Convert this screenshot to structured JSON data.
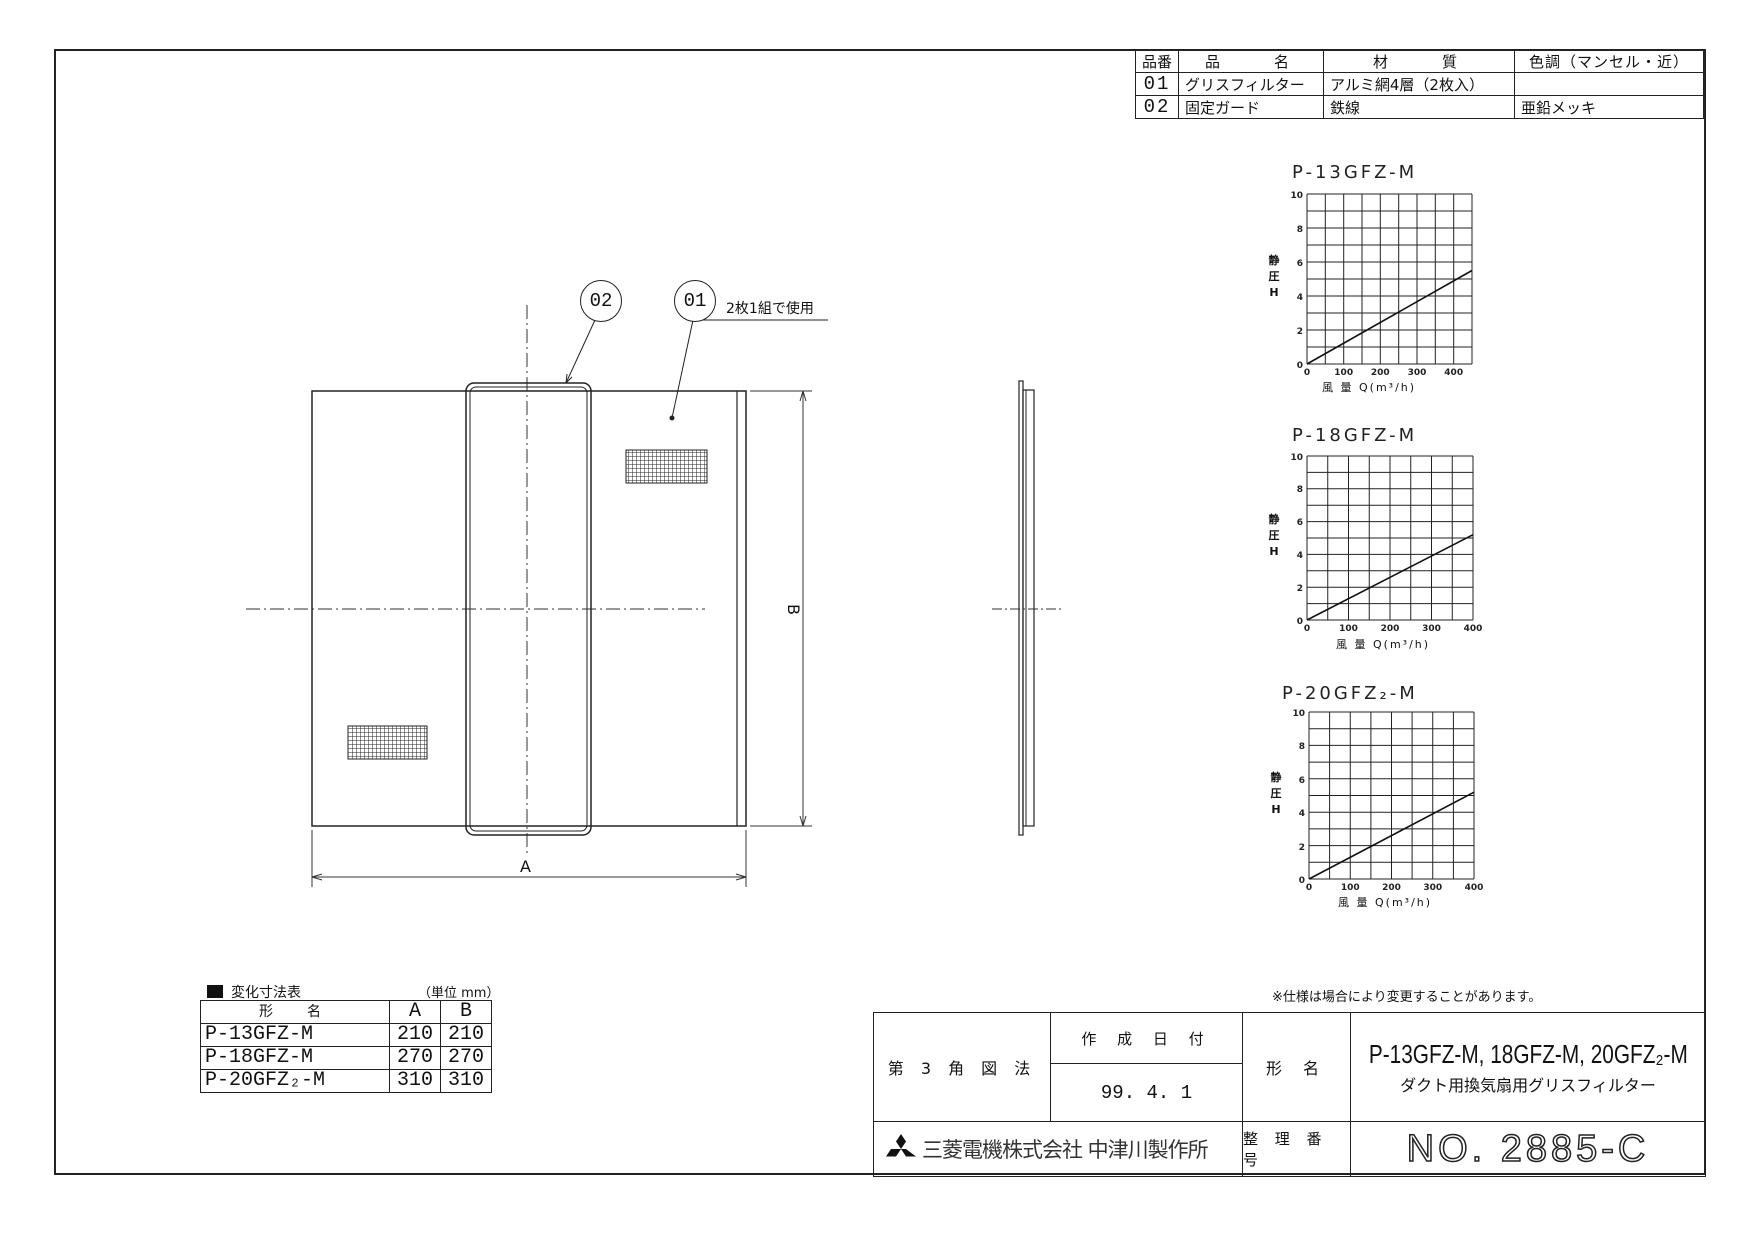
{
  "parts_table": {
    "headers": [
      "品番",
      "品　　名",
      "材　　質",
      "色調（マンセル・近）"
    ],
    "rows": [
      {
        "no": "01",
        "name": "グリスフィルター",
        "material": "アルミ網4層（2枚入）",
        "color": ""
      },
      {
        "no": "02",
        "name": "固定ガード",
        "material": "鉄線",
        "color": "亜鉛メッキ"
      }
    ]
  },
  "drawing": {
    "callout_01": "01",
    "callout_02": "02",
    "callout_01_note": "2枚1組で使用",
    "dim_a": "A",
    "dim_b": "B"
  },
  "dims_table": {
    "title": "変化寸法表",
    "unit": "（単位 mm）",
    "headers": [
      "形　名",
      "A",
      "B"
    ],
    "rows": [
      {
        "model": "P-13GFZ-M",
        "a": "210",
        "b": "210"
      },
      {
        "model": "P-18GFZ-M",
        "a": "270",
        "b": "270"
      },
      {
        "model": "P-20GFZ₂-M",
        "a": "310",
        "b": "310"
      }
    ]
  },
  "note": "※仕様は場合により変更することがあります。",
  "title_block": {
    "projection": "第 3 角 図 法",
    "date_label": "作 成 日 付",
    "date_value": "99.  4.  1",
    "model_label": "形 名",
    "model_value": "P-13GFZ-M, 18GFZ-M, 20GFZ₂-M",
    "description": "ダクト用換気扇用グリスフィルター",
    "company": "三菱電機株式会社 中津川製作所",
    "number_label": "整 理 番 号",
    "number_value": "NO. 2885-C"
  },
  "chart_data": [
    {
      "type": "line",
      "title": "P-13GFZ-M",
      "xlabel": "風 量 Q(m³/h)",
      "ylabel": "静圧 H (Pa)",
      "xlim": [
        0,
        450
      ],
      "ylim": [
        0,
        10
      ],
      "x_ticks": [
        0,
        100,
        200,
        300,
        400
      ],
      "y_ticks": [
        0,
        2,
        4,
        6,
        8,
        10
      ],
      "grid": true,
      "x": [
        0,
        100,
        200,
        300,
        400,
        450
      ],
      "series": [
        {
          "name": "P-13GFZ-M",
          "values": [
            0,
            1.22,
            2.44,
            3.67,
            4.89,
            5.5
          ]
        }
      ]
    },
    {
      "type": "line",
      "title": "P-18GFZ-M",
      "xlabel": "風 量 Q(m³/h)",
      "ylabel": "静圧 H (Pa)",
      "xlim": [
        0,
        400
      ],
      "ylim": [
        0,
        10
      ],
      "x_ticks": [
        0,
        100,
        200,
        300,
        400
      ],
      "y_ticks": [
        0,
        2,
        4,
        6,
        8,
        10
      ],
      "grid": true,
      "x": [
        0,
        100,
        200,
        300,
        400
      ],
      "series": [
        {
          "name": "P-18GFZ-M",
          "values": [
            0,
            1.3,
            2.6,
            3.9,
            5.2
          ]
        }
      ]
    },
    {
      "type": "line",
      "title": "P-20GFZ₂-M",
      "xlabel": "風 量 Q(m³/h)",
      "ylabel": "静圧 H (Pa)",
      "xlim": [
        0,
        400
      ],
      "ylim": [
        0,
        10
      ],
      "x_ticks": [
        0,
        100,
        200,
        300,
        400
      ],
      "y_ticks": [
        0,
        2,
        4,
        6,
        8,
        10
      ],
      "grid": true,
      "x": [
        0,
        100,
        200,
        300,
        400
      ],
      "series": [
        {
          "name": "P-20GFZ₂-M",
          "values": [
            0,
            1.3,
            2.6,
            3.9,
            5.2
          ]
        }
      ]
    }
  ]
}
